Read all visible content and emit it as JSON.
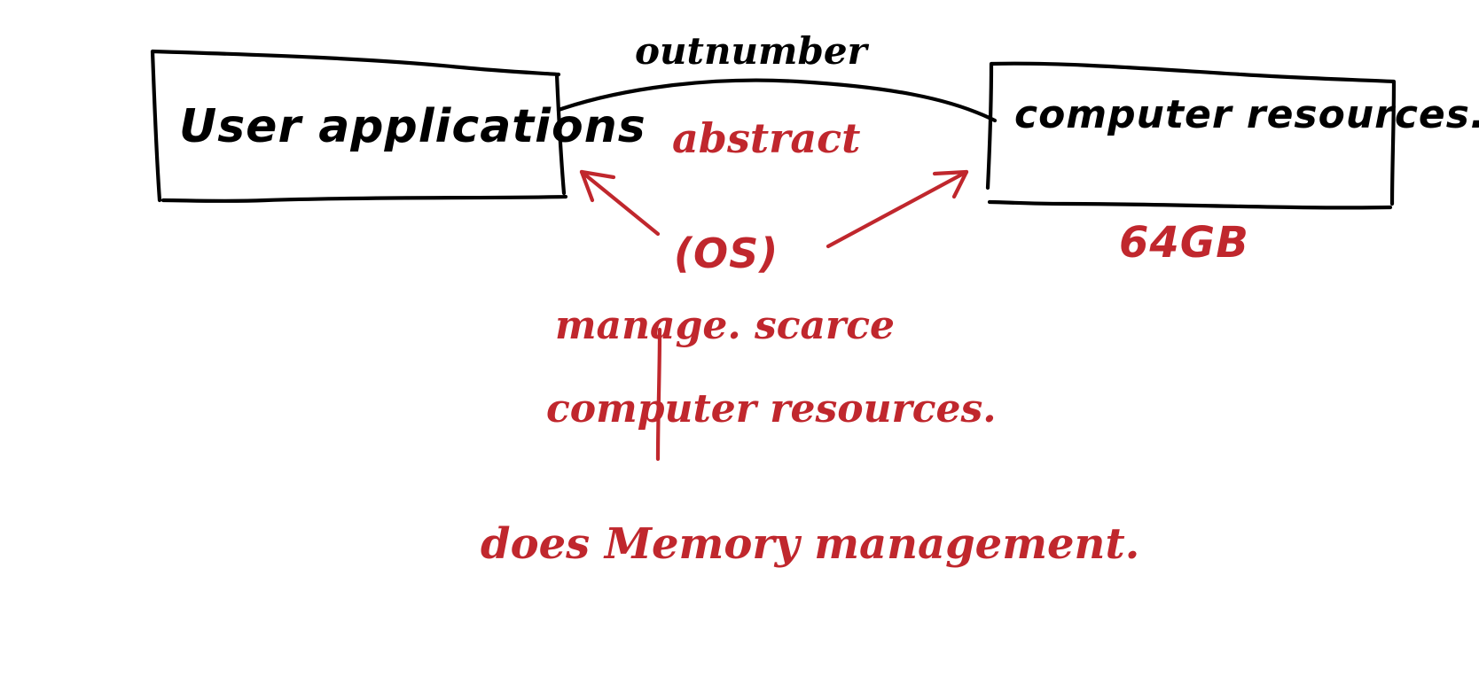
{
  "nodes": {
    "user_applications": {
      "label": "User applications"
    },
    "computer_resources": {
      "label": "computer resources."
    }
  },
  "edge": {
    "label_above": "outnumber",
    "label_below": "abstract"
  },
  "resource_note": "64GB",
  "os_label": "(OS)",
  "notes": {
    "line1": "manage. scarce",
    "line2": "computer resources.",
    "line3": "does Memory management."
  },
  "colors": {
    "black_ink": "#000000",
    "red_ink": "#c0272d",
    "background": "#ffffff"
  }
}
